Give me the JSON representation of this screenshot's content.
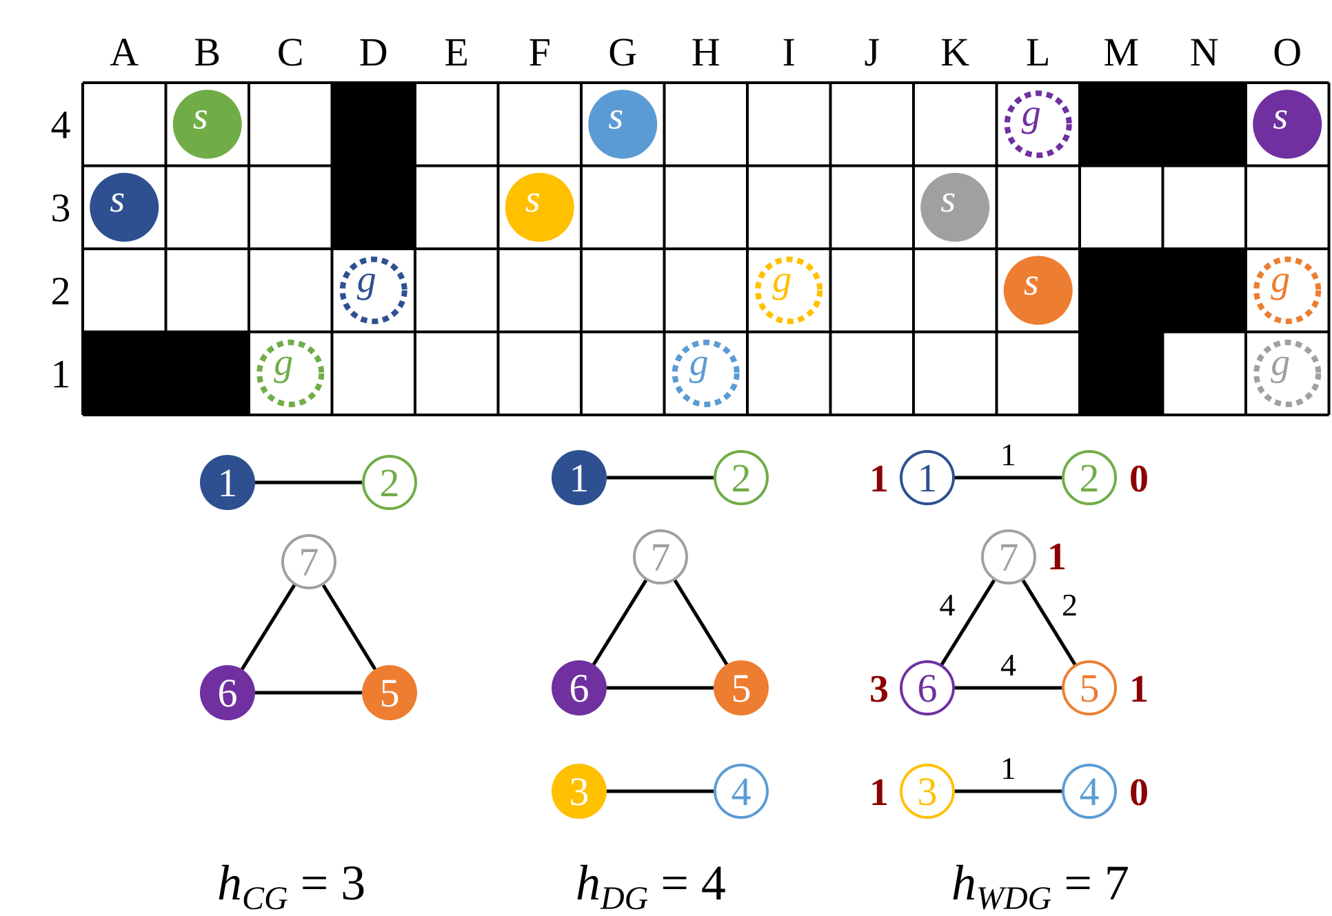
{
  "grid": {
    "columns": [
      "A",
      "B",
      "C",
      "D",
      "E",
      "F",
      "G",
      "H",
      "I",
      "J",
      "K",
      "L",
      "M",
      "N",
      "O"
    ],
    "rows": [
      "4",
      "3",
      "2",
      "1"
    ],
    "obstacles": [
      "D4",
      "D3",
      "M4",
      "N4",
      "M2",
      "N2",
      "M1",
      "A1",
      "B1"
    ],
    "agents": [
      {
        "id": "1",
        "start": "A3",
        "goal": "D2",
        "color": "#2E5090"
      },
      {
        "id": "2",
        "start": "B4",
        "goal": "C1",
        "color": "#70AD47"
      },
      {
        "id": "3",
        "start": "F3",
        "goal": "I2",
        "color": "#FFC000"
      },
      {
        "id": "4",
        "start": "G4",
        "goal": "H1",
        "color": "#5B9BD5"
      },
      {
        "id": "5",
        "start": "L2",
        "goal": "O2",
        "color": "#ED7D31"
      },
      {
        "id": "6",
        "start": "O4",
        "goal": "L4",
        "color": "#7030A0"
      },
      {
        "id": "7",
        "start": "K3",
        "goal": "O1",
        "color": "#A0A0A0"
      }
    ]
  },
  "graphs": [
    {
      "name": "CG",
      "label": {
        "h": "h",
        "sub": "CG",
        "rest": " = 3"
      },
      "nodes": [
        {
          "id": "1",
          "filled": true
        },
        {
          "id": "2",
          "filled": false
        },
        {
          "id": "7",
          "filled": false
        },
        {
          "id": "6",
          "filled": true
        },
        {
          "id": "5",
          "filled": true
        }
      ],
      "edges": [
        [
          "1",
          "2"
        ],
        [
          "7",
          "6"
        ],
        [
          "7",
          "5"
        ],
        [
          "6",
          "5"
        ]
      ]
    },
    {
      "name": "DG",
      "label": {
        "h": "h",
        "sub": "DG",
        "rest": " = 4"
      },
      "nodes": [
        {
          "id": "1",
          "filled": true
        },
        {
          "id": "2",
          "filled": false
        },
        {
          "id": "7",
          "filled": false
        },
        {
          "id": "6",
          "filled": true
        },
        {
          "id": "5",
          "filled": true
        },
        {
          "id": "3",
          "filled": true
        },
        {
          "id": "4",
          "filled": false
        }
      ],
      "edges": [
        [
          "1",
          "2"
        ],
        [
          "7",
          "6"
        ],
        [
          "7",
          "5"
        ],
        [
          "6",
          "5"
        ],
        [
          "3",
          "4"
        ]
      ]
    },
    {
      "name": "WDG",
      "label": {
        "h": "h",
        "sub": "WDG",
        "rest": " = 7"
      },
      "nodes": [
        {
          "id": "1",
          "filled": false,
          "value": "1"
        },
        {
          "id": "2",
          "filled": false,
          "value": "0"
        },
        {
          "id": "7",
          "filled": false,
          "value": "1"
        },
        {
          "id": "6",
          "filled": false,
          "value": "3"
        },
        {
          "id": "5",
          "filled": false,
          "value": "1"
        },
        {
          "id": "3",
          "filled": false,
          "value": "1"
        },
        {
          "id": "4",
          "filled": false,
          "value": "0"
        }
      ],
      "edges": [
        {
          "from": "1",
          "to": "2",
          "weight": "1"
        },
        {
          "from": "7",
          "to": "6",
          "weight": "4"
        },
        {
          "from": "7",
          "to": "5",
          "weight": "2"
        },
        {
          "from": "6",
          "to": "5",
          "weight": "4"
        },
        {
          "from": "3",
          "to": "4",
          "weight": "1"
        }
      ]
    }
  ],
  "colors": {
    "value_red": "#8B0000",
    "grid_line": "#000000",
    "obstacle": "#000000"
  }
}
